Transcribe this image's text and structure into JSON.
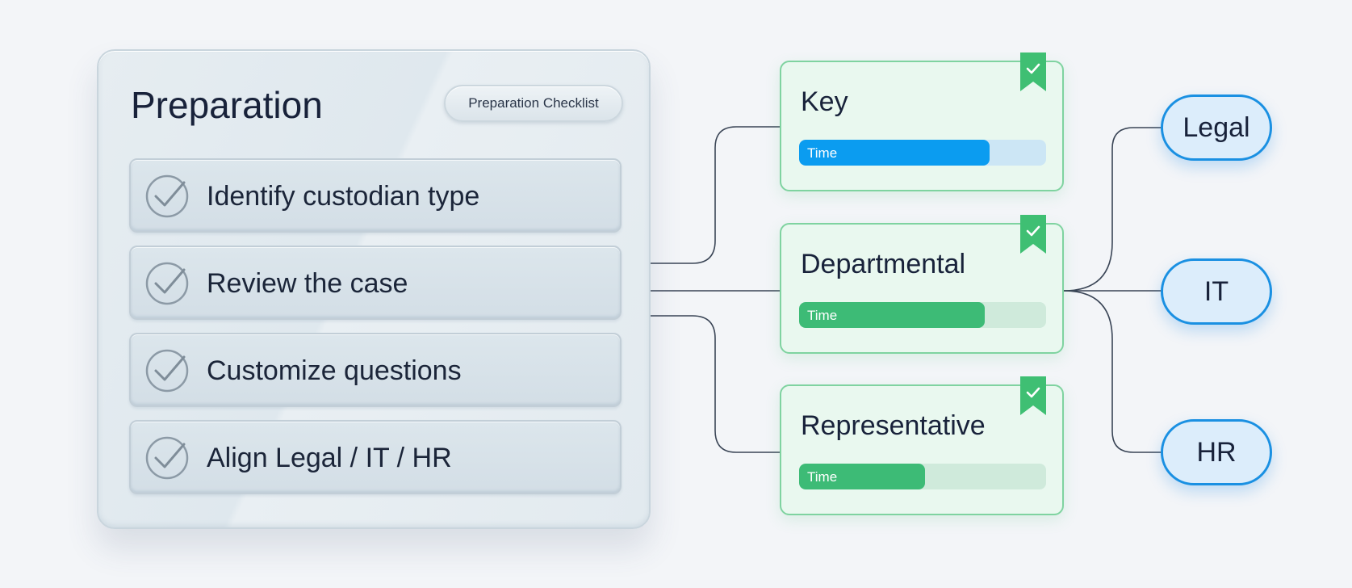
{
  "panel": {
    "title": "Preparation",
    "badge": "Preparation Checklist",
    "items": [
      {
        "label": "Identify custodian type",
        "icon": "check-circle-icon"
      },
      {
        "label": "Review the case",
        "icon": "check-circle-icon"
      },
      {
        "label": "Customize questions",
        "icon": "check-circle-icon"
      },
      {
        "label": "Align Legal / IT / HR",
        "icon": "check-circle-icon"
      }
    ]
  },
  "cards": [
    {
      "title": "Key",
      "bar_label": "Time",
      "progress": 0.77,
      "color": "#0b9cf0",
      "icon": "bookmark-check-icon"
    },
    {
      "title": "Departmental",
      "bar_label": "Time",
      "progress": 0.75,
      "color": "#3dbb76",
      "icon": "bookmark-check-icon"
    },
    {
      "title": "Representative",
      "bar_label": "Time",
      "progress": 0.51,
      "color": "#3dbb76",
      "icon": "bookmark-check-icon"
    }
  ],
  "nodes": [
    {
      "label": "Legal"
    },
    {
      "label": "IT"
    },
    {
      "label": "HR"
    }
  ],
  "colors": {
    "card_border": "#7fd3a0",
    "node_border": "#1a90e2",
    "connector": "#3a4556"
  }
}
